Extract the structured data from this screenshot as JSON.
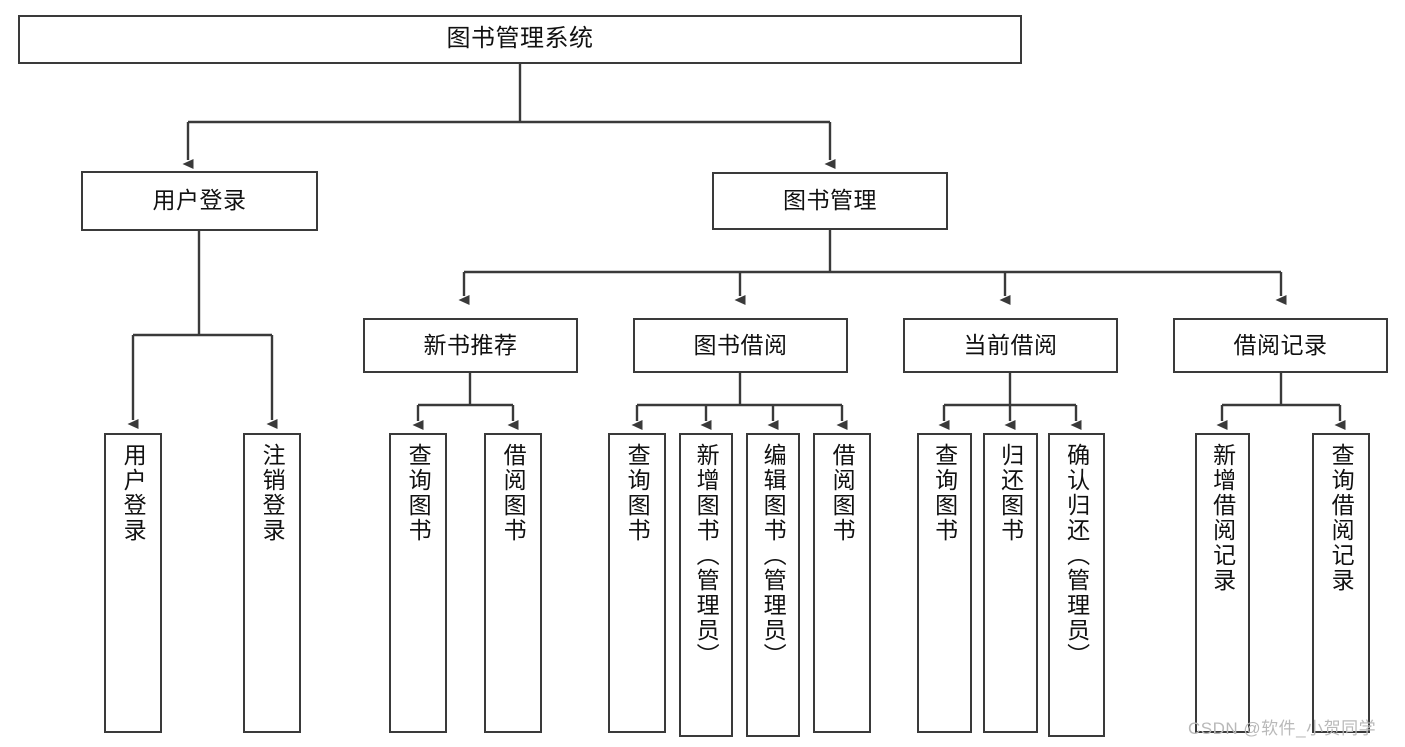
{
  "diagram": {
    "title": "图书管理系统",
    "type": "hierarchy-tree",
    "root": {
      "label": "图书管理系统"
    },
    "level2": [
      {
        "label": "用户登录"
      },
      {
        "label": "图书管理"
      }
    ],
    "level3": [
      {
        "label": "新书推荐"
      },
      {
        "label": "图书借阅"
      },
      {
        "label": "当前借阅"
      },
      {
        "label": "借阅记录"
      }
    ],
    "leaves": {
      "user_login": [
        {
          "label": "用户登录"
        },
        {
          "label": "注销登录"
        }
      ],
      "new_book_recommend": [
        {
          "label": "查询图书"
        },
        {
          "label": "借阅图书"
        }
      ],
      "book_borrow": [
        {
          "label": "查询图书"
        },
        {
          "label": "新增图书（管理员）"
        },
        {
          "label": "编辑图书（管理员）"
        },
        {
          "label": "借阅图书"
        }
      ],
      "current_borrow": [
        {
          "label": "查询图书"
        },
        {
          "label": "归还图书"
        },
        {
          "label": "确认归还（管理员）"
        }
      ],
      "borrow_record": [
        {
          "label": "新增借阅记录"
        },
        {
          "label": "查询借阅记录"
        }
      ]
    }
  },
  "watermark": {
    "text": "CSDN @软件_小贺同学"
  },
  "colors": {
    "stroke": "#3a3a3a",
    "background": "#ffffff",
    "text": "#111111",
    "watermark": "#b9b9b9"
  }
}
